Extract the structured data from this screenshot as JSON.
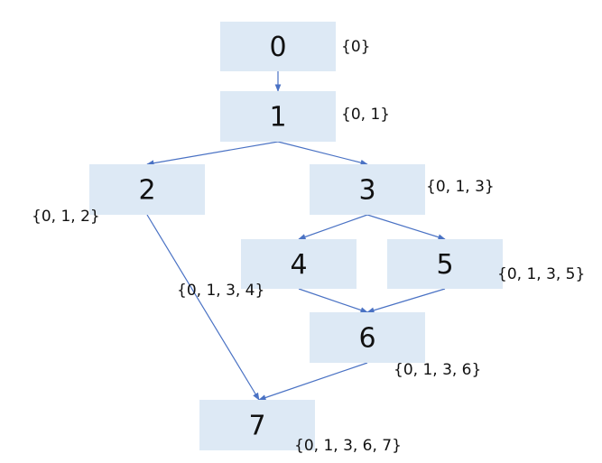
{
  "colors": {
    "node_fill": "#dde9f5",
    "edge": "#4a72c4",
    "text": "#111111"
  },
  "nodes": [
    {
      "id": "0",
      "label": "0",
      "set": "{0}"
    },
    {
      "id": "1",
      "label": "1",
      "set": "{0, 1}"
    },
    {
      "id": "2",
      "label": "2",
      "set": "{0, 1, 2}"
    },
    {
      "id": "3",
      "label": "3",
      "set": "{0, 1, 3}"
    },
    {
      "id": "4",
      "label": "4",
      "set": "{0, 1, 3, 4}"
    },
    {
      "id": "5",
      "label": "5",
      "set": "{0, 1, 3, 5}"
    },
    {
      "id": "6",
      "label": "6",
      "set": "{0, 1, 3, 6}"
    },
    {
      "id": "7",
      "label": "7",
      "set": "{0, 1, 3, 6, 7}"
    }
  ],
  "edges": [
    {
      "from": "0",
      "to": "1"
    },
    {
      "from": "1",
      "to": "2"
    },
    {
      "from": "1",
      "to": "3"
    },
    {
      "from": "3",
      "to": "4"
    },
    {
      "from": "3",
      "to": "5"
    },
    {
      "from": "4",
      "to": "6"
    },
    {
      "from": "5",
      "to": "6"
    },
    {
      "from": "2",
      "to": "7"
    },
    {
      "from": "6",
      "to": "7"
    }
  ]
}
